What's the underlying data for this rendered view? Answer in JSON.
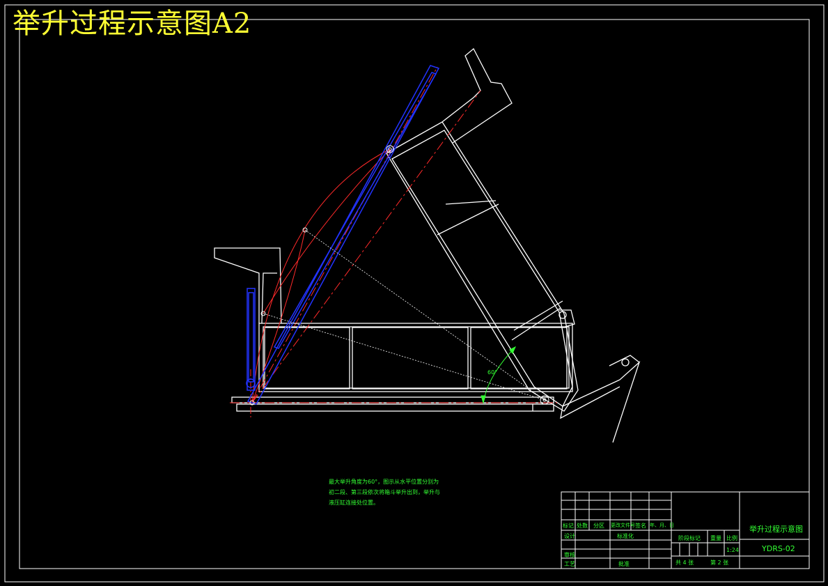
{
  "drawing": {
    "title": "举升过程示意图A2",
    "angle_label": "60°",
    "note": "最大举升角度为60°，图示从水平位置分别为初二段、第三段依次将箱斗举升出到，举升与液压缸连接处位置。"
  },
  "title_block": {
    "header_labels": [
      "标记",
      "处数",
      "分区",
      "更改文件号",
      "签名",
      "年、月、日"
    ],
    "design": "设计",
    "standardization": "标准化",
    "review": "审核",
    "process": "工艺",
    "approve": "批准",
    "stage_mark": "阶段标记",
    "weight": "重量",
    "scale_label": "比例",
    "scale_value": "1:24",
    "sheet_total": "共 4 张",
    "sheet_current": "第 2 张",
    "drawing_name": "举升过程示意图",
    "drawing_code": "YDRS-02"
  },
  "colors": {
    "background": "#000000",
    "structure": "#ffffff",
    "centerline": "#ff2a2a",
    "cylinder": "#2233ff",
    "annotation": "#33ff33",
    "title": "#ffff33"
  }
}
